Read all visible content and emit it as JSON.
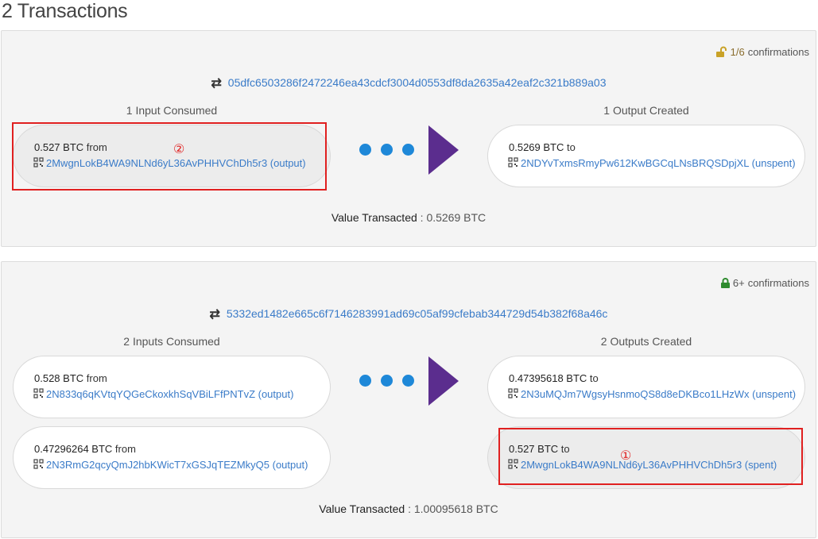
{
  "page": {
    "title": "2 Transactions"
  },
  "transactions": [
    {
      "confirm_num": "1/6",
      "confirm_label": "confirmations",
      "hash": "05dfc6503286f2472246ea43cdcf3004d0553df8da2635a42eaf2c321b889a03",
      "inputs_header": "1 Input Consumed",
      "outputs_header": "1 Output Created",
      "inputs": [
        {
          "amount": "0.527 BTC",
          "dir": "from",
          "address": "2MwgnLokB4WA9NLNd6yL36AvPHHVChDh5r3 (output)"
        }
      ],
      "outputs": [
        {
          "amount": "0.5269 BTC",
          "dir": "to",
          "address": "2NDYvTxmsRmyPw612KwBGCqLNsBRQSDpjXL (unspent)"
        }
      ],
      "value_label": "Value Transacted",
      "value_sep": " : ",
      "value": "0.5269 BTC"
    },
    {
      "confirm_num": "6+",
      "confirm_label": "confirmations",
      "hash": "5332ed1482e665c6f7146283991ad69c05af99cfebab344729d54b382f68a46c",
      "inputs_header": "2 Inputs Consumed",
      "outputs_header": "2 Outputs Created",
      "inputs": [
        {
          "amount": "0.528 BTC",
          "dir": "from",
          "address": "2N833q6qKVtqYQGeCkoxkhSqVBiLFfPNTvZ (output)"
        },
        {
          "amount": "0.47296264 BTC",
          "dir": "from",
          "address": "2N3RmG2qcyQmJ2hbKWicT7xGSJqTEZMkyQ5 (output)"
        }
      ],
      "outputs": [
        {
          "amount": "0.47395618 BTC",
          "dir": "to",
          "address": "2N3uMQJm7WgsyHsnmoQS8d8eDKBco1LHzWx (unspent)"
        },
        {
          "amount": "0.527 BTC",
          "dir": "to",
          "address": "2MwgnLokB4WA9NLNd6yL36AvPHHVChDh5r3 (spent)"
        }
      ],
      "value_label": "Value Transacted",
      "value_sep": " : ",
      "value": "1.00095618 BTC"
    }
  ],
  "annotations": {
    "marker_1": "①",
    "marker_2": "②"
  },
  "colors": {
    "link": "#3a7bc8",
    "dots": "#1e88d8",
    "arrow": "#5b2d8e",
    "annotation": "#e02020",
    "lock_unconfirmed": "#c9a227",
    "lock_confirmed": "#2e8b2e"
  },
  "icons": {
    "lock": "lock-icon",
    "swap": "swap-arrows-icon",
    "qr": "qr-code-icon"
  }
}
